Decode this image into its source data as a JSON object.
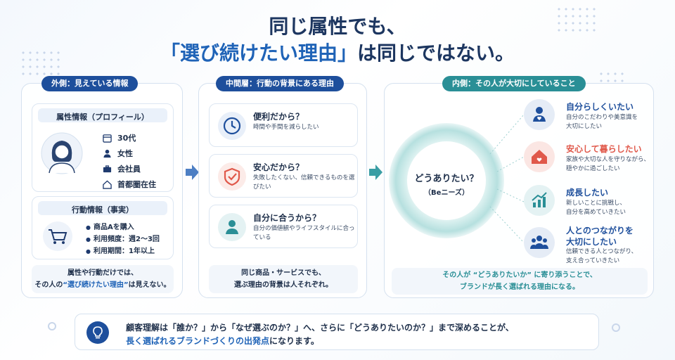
{
  "title": {
    "line1": "同じ属性でも、",
    "line2_hl": "「選び続けたい理由」",
    "line2_rest": "は同じではない。"
  },
  "outer": {
    "pill": "外側：見えている情報",
    "attr_title": "属性情報（プロフィール）",
    "attrs": [
      "30代",
      "女性",
      "会社員",
      "首都圏在住"
    ],
    "behavior_title": "行動情報（事実）",
    "behaviors": [
      "商品Aを購入",
      "利用頻度：週2〜3回",
      "利用期間：1年以上"
    ],
    "note1": "属性や行動だけでは、",
    "note2_pre": "その人の",
    "note2_hl": "“選び続けたい理由”",
    "note2_post": "は見えない。"
  },
  "middle": {
    "pill": "中間層：行動の背景にある理由",
    "reasons": [
      {
        "title": "便利だから？",
        "desc": "時間や手間を減らしたい"
      },
      {
        "title": "安心だから？",
        "desc": "失敗したくない、信頼できるものを選びたい"
      },
      {
        "title": "自分に合うから？",
        "desc": "自分の価値観やライフスタイルに合っている"
      }
    ],
    "note1": "同じ商品・サービスでも、",
    "note2": "選ぶ理由の背景は人それぞれ。"
  },
  "inner": {
    "pill": "内側：その人が大切にしていること",
    "center_title": "どうありたい？",
    "center_sub": "（Beニーズ）",
    "needs": [
      {
        "title": "自分らしくいたい",
        "desc1": "自分のこだわりや美意識を",
        "desc2": "大切にしたい",
        "color": "#1e4f9c"
      },
      {
        "title": "安心して暮らしたい",
        "desc1": "家族や大切な人を守りながら、",
        "desc2": "穏やかに過ごしたい",
        "color": "#e0584a"
      },
      {
        "title": "成長したい",
        "desc1": "新しいことに挑戦し、",
        "desc2": "自分を高めていきたい",
        "color": "#1e4f9c"
      },
      {
        "title": "人とのつながりを",
        "title2": "大切にしたい",
        "desc1": "信頼できる人とつながり、",
        "desc2": "支え合っていきたい",
        "color": "#1e4f9c"
      }
    ],
    "note1": "その人が “どうありたいか” に寄り添うことで、",
    "note2": "ブランドが長く選ばれる理由になる。"
  },
  "bottom": {
    "line1": "顧客理解は「誰か？」から「なぜ選ぶのか？」へ、さらに「どうありたいのか？」まで深めることが、",
    "line2_hl": "長く選ばれるブランドづくりの出発点",
    "line2_rest": "になります。"
  },
  "colors": {
    "navy": "#1e4f9c",
    "teal": "#2a8f96",
    "red": "#e0584a"
  }
}
